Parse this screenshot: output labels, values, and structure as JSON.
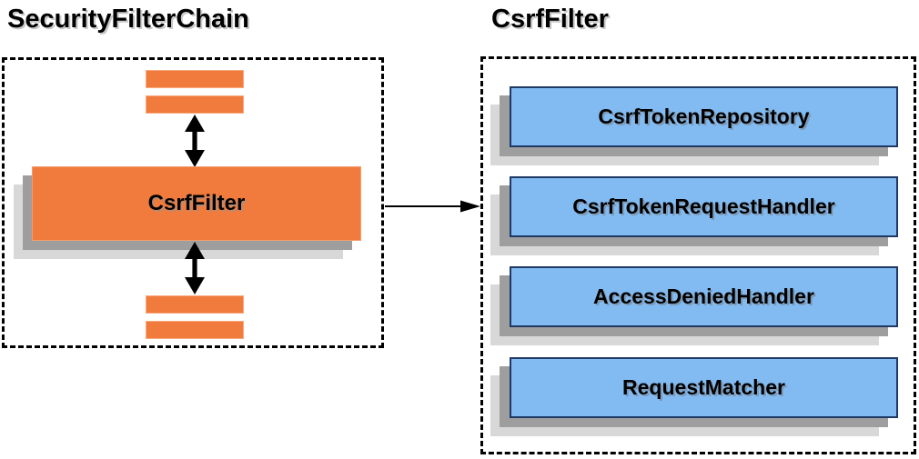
{
  "left_panel": {
    "title": "SecurityFilterChain",
    "csrf_filter_label": "CsrfFilter"
  },
  "right_panel": {
    "title": "CsrfFilter",
    "components": [
      {
        "label": "CsrfTokenRepository"
      },
      {
        "label": "CsrfTokenRequestHandler"
      },
      {
        "label": "AccessDeniedHandler"
      },
      {
        "label": "RequestMatcher"
      }
    ]
  },
  "icons": {
    "vertical_double_arrow": "bidirectional-arrow",
    "horizontal_arrow": "right-arrow"
  },
  "colors": {
    "orange_fill": "#F07B3D",
    "orange_border": "#F8A87C",
    "blue_fill": "#82BBF2",
    "blue_border": "#1F3864",
    "shadow_dark": "#9E9E9E",
    "shadow_light": "#D8D8D8",
    "dashed_border": "#000000",
    "arrow": "#000000",
    "text": "#000000",
    "background": "#FFFFFF"
  }
}
